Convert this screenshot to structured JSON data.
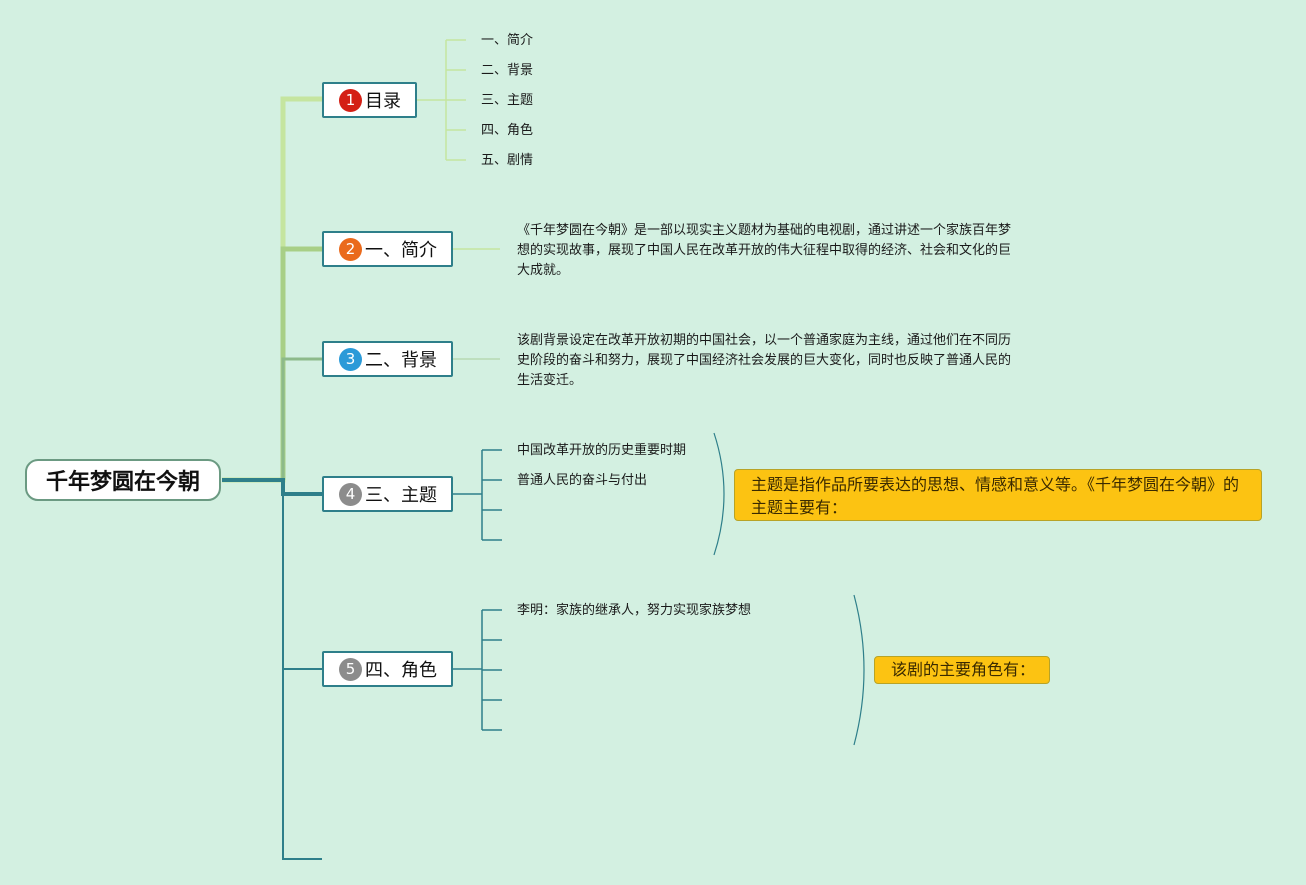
{
  "root": {
    "title": "千年梦圆在今朝"
  },
  "branches": [
    {
      "badge": "1",
      "badge_color": "#d41f15",
      "label": "目录",
      "items": [
        "一、简介",
        "二、背景",
        "三、主题",
        "四、角色",
        "五、剧情"
      ]
    },
    {
      "badge": "2",
      "badge_color": "#ea6a1c",
      "label": "一、简介",
      "text": "《千年梦圆在今朝》是一部以现实主义题材为基础的电视剧，通过讲述一个家族百年梦想的实现故事，展现了中国人民在改革开放的伟大征程中取得的经济、社会和文化的巨大成就。"
    },
    {
      "badge": "3",
      "badge_color": "#2b9ad8",
      "label": "二、背景",
      "text": "该剧背景设定在改革开放初期的中国社会，以一个普通家庭为主线，通过他们在不同历史阶段的奋斗和努力，展现了中国经济社会发展的巨大变化，同时也反映了普通人民的生活变迁。"
    },
    {
      "badge": "4",
      "badge_color": "#8c8c8c",
      "label": "三、主题",
      "items": [
        "中国改革开放的历史重要时期",
        "普通人民的奋斗与付出"
      ],
      "summary": "主题是指作品所要表达的思想、情感和意义等。《千年梦圆在今朝》的主题主要有："
    },
    {
      "badge": "5",
      "badge_color": "#8c8c8c",
      "label": "四、角色",
      "items": [
        "李明：家族的继承人，努力实现家族梦想"
      ],
      "summary": "该剧的主要角色有："
    }
  ],
  "colors": {
    "background": "#d3f0e1",
    "trunk_light": "#c5e59f",
    "trunk_mid": "#9cc27c",
    "trunk_dark": "#2e7f8a",
    "note_fill": "#fcc312"
  }
}
